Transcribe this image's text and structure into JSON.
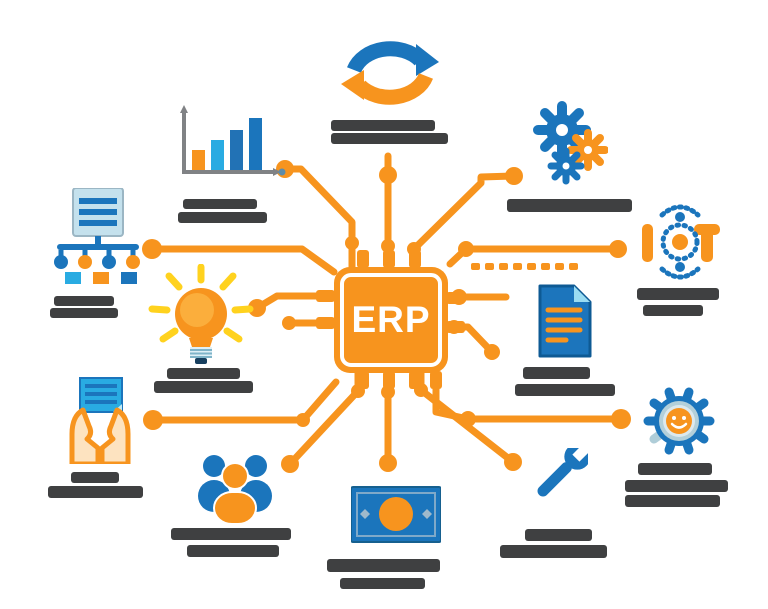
{
  "title": "ERP circuit infographic",
  "center": {
    "label": "ERP"
  },
  "colors": {
    "accent_orange": "#F7941E",
    "primary_blue": "#1B75BC",
    "light_blue": "#29ABE2",
    "label_gray": "#3F4041",
    "background": "#FFFFFF"
  },
  "labels_note": "All spoke captions are blurred/illegible in the source image; rendered as redacted gray bars. No caption text is readable.",
  "nodes": [
    {
      "id": "sync",
      "icon": "sync-arrows-icon",
      "position": "top-center",
      "label_legible": false,
      "label_lines": 2
    },
    {
      "id": "bar-chart",
      "icon": "bar-chart-icon",
      "position": "top-left",
      "label_legible": false,
      "label_lines": 2
    },
    {
      "id": "server",
      "icon": "server-distribution-icon",
      "position": "left",
      "label_legible": false,
      "label_lines": 2
    },
    {
      "id": "idea",
      "icon": "lightbulb-icon",
      "position": "middle-left",
      "label_legible": false,
      "label_lines": 2
    },
    {
      "id": "hands-docs",
      "icon": "hands-holding-documents-icon",
      "position": "bottom-left",
      "label_legible": false,
      "label_lines": 2
    },
    {
      "id": "people",
      "icon": "people-group-icon",
      "position": "bottom-left-center",
      "label_legible": false,
      "label_lines": 2
    },
    {
      "id": "money",
      "icon": "banknote-icon",
      "position": "bottom-center",
      "label_legible": false,
      "label_lines": 2
    },
    {
      "id": "wrench",
      "icon": "wrench-icon",
      "position": "bottom-right-center",
      "label_legible": false,
      "label_lines": 2
    },
    {
      "id": "smiley-gear",
      "icon": "smiley-gear-icon",
      "position": "right-bottom",
      "label_legible": false,
      "label_lines": 3
    },
    {
      "id": "document",
      "icon": "document-icon",
      "position": "right",
      "label_legible": false,
      "label_lines": 2
    },
    {
      "id": "iot",
      "icon": "iot-icon",
      "depicts": "IoT",
      "position": "right-top",
      "label_legible": false,
      "label_lines": 2
    },
    {
      "id": "gears",
      "icon": "gears-icon",
      "position": "top-right",
      "label_legible": false,
      "label_lines": 1
    }
  ]
}
